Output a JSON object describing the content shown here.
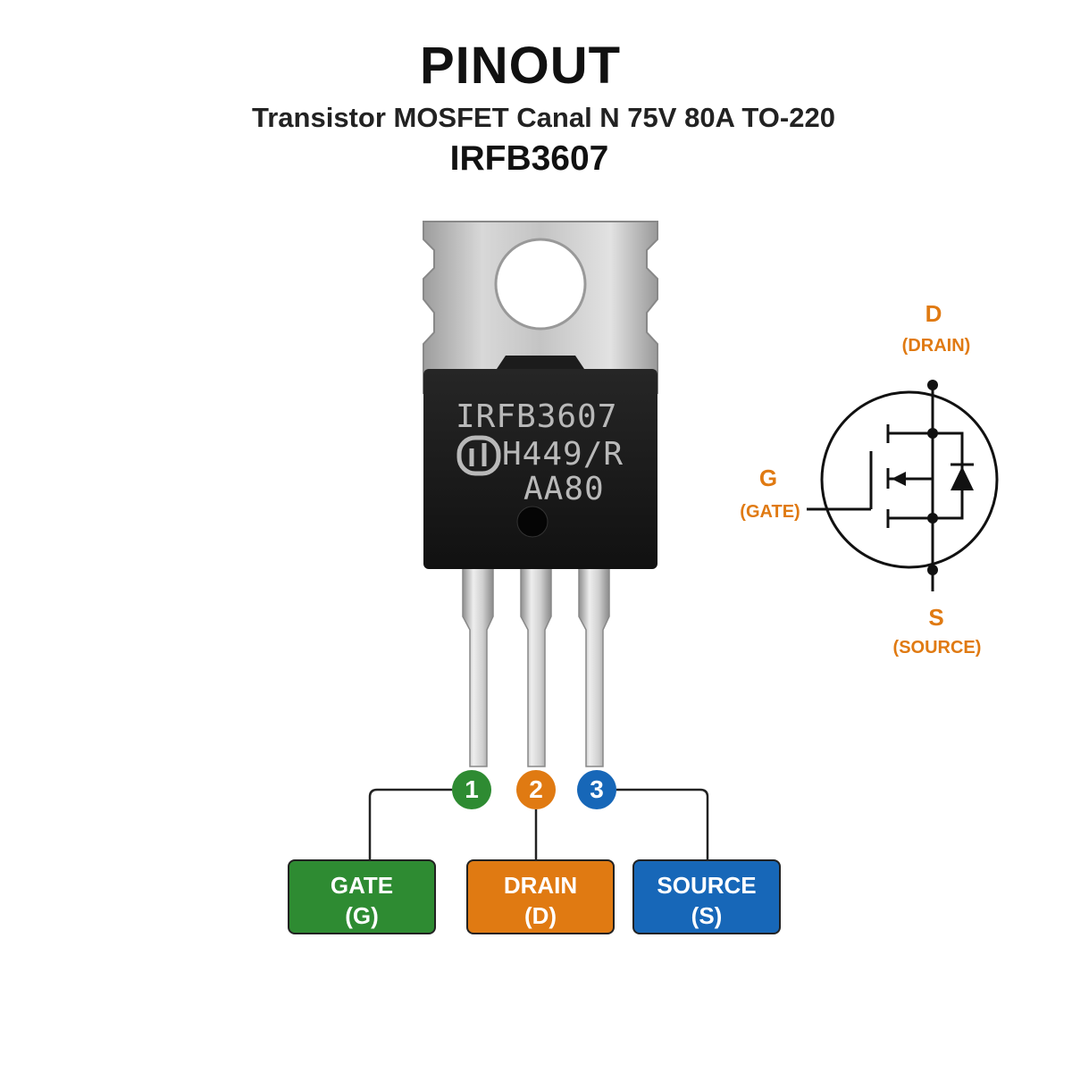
{
  "header": {
    "title": "PINOUT",
    "subtitle": "Transistor MOSFET Canal N 75V 80A TO-220",
    "part_number": "IRFB3607"
  },
  "package_markings": [
    "IRFB3607",
    "H449/R",
    "AA80"
  ],
  "pins": [
    {
      "number": "1",
      "name": "GATE",
      "abbr": "(G)",
      "color": "#2e8b32"
    },
    {
      "number": "2",
      "name": "DRAIN",
      "abbr": "(D)",
      "color": "#e07a12"
    },
    {
      "number": "3",
      "name": "SOURCE",
      "abbr": "(S)",
      "color": "#1767b8"
    }
  ],
  "symbol": {
    "drain_letter": "D",
    "drain_label": "(DRAIN)",
    "gate_letter": "G",
    "gate_label": "(GATE)",
    "source_letter": "S",
    "source_label": "(SOURCE)",
    "label_color": "#e07a12"
  }
}
